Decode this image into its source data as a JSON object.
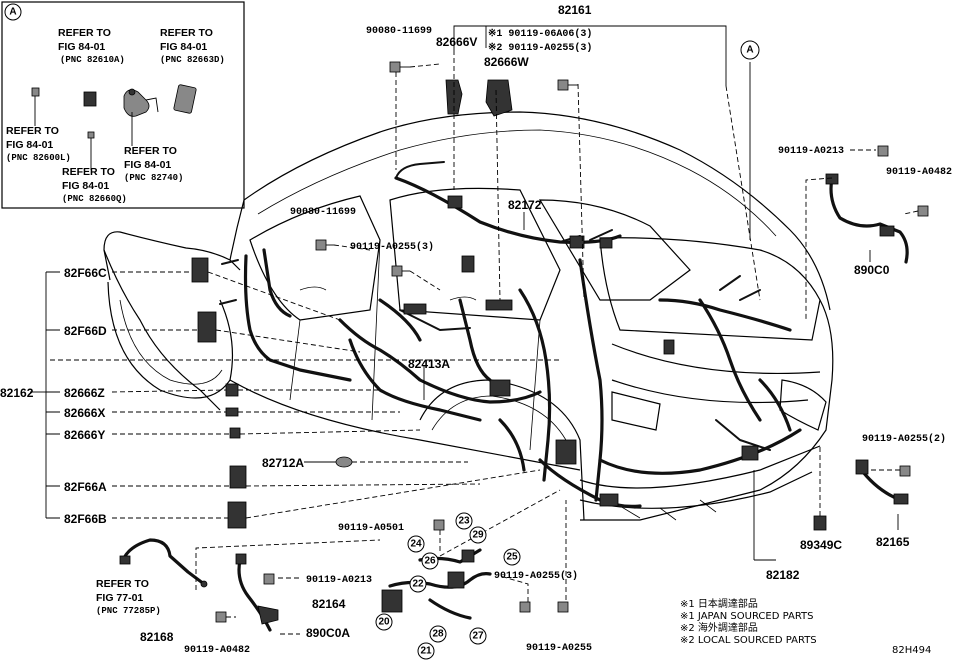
{
  "inset_marker": "A",
  "main_marker": "A",
  "inset_refs": [
    {
      "line1": "REFER TO",
      "line2": "FIG 84-01",
      "pnc": "(PNC 82610A)"
    },
    {
      "line1": "REFER TO",
      "line2": "FIG 84-01",
      "pnc": "(PNC 82663D)"
    },
    {
      "line1": "REFER TO",
      "line2": "FIG 84-01",
      "pnc": "(PNC 82600L)"
    },
    {
      "line1": "REFER TO",
      "line2": "FIG 84-01",
      "pnc": "(PNC 82740)"
    },
    {
      "line1": "REFER TO",
      "line2": "FIG 84-01",
      "pnc": "(PNC 82660Q)"
    }
  ],
  "fig77": {
    "line1": "REFER TO",
    "line2": "FIG 77-01",
    "pnc": "(PNC 77285P)"
  },
  "labels": {
    "p82161": "82161",
    "p82666V": "82666V",
    "p82666W": "82666W",
    "p90080_top": "90080-11699",
    "p90119_06A06": "※1 90119-06A06(3)",
    "p90119_A0255_3top": "※2 90119-A0255(3)",
    "p82172": "82172",
    "p90080_mid": "90080-11699",
    "p90119_A0255_3mid": "90119-A0255(3)",
    "p90119_A0213_right": "90119-A0213",
    "p90119_A0482_right": "90119-A0482",
    "p890C0": "890C0",
    "p82F66C": "82F66C",
    "p82F66D": "82F66D",
    "p82162": "82162",
    "p82666Z": "82666Z",
    "p82666X": "82666X",
    "p82666Y": "82666Y",
    "p82413A": "82413A",
    "p82712A": "82712A",
    "p82F66A": "82F66A",
    "p82F66B": "82F66B",
    "p90119_A0255_2": "90119-A0255(2)",
    "p82165": "82165",
    "p89349C": "89349C",
    "p82182": "82182",
    "p90119_A0501": "90119-A0501",
    "p90119_A0213_bottom": "90119-A0213",
    "p90119_A0255_3bot": "90119-A0255(3)",
    "p82164": "82164",
    "p90119_A0255_bot": "90119-A0255",
    "p82168": "82168",
    "p890C0A": "890C0A",
    "p90119_A0482_bot": "90119-A0482"
  },
  "callouts": [
    "20",
    "21",
    "22",
    "23",
    "24",
    "25",
    "26",
    "27",
    "28",
    "29"
  ],
  "notes": [
    "※1 日本調達部品",
    "※1 JAPAN SOURCED PARTS",
    "※2 海外調達部品",
    "※2 LOCAL SOURCED PARTS"
  ],
  "figure_code": "82H494"
}
